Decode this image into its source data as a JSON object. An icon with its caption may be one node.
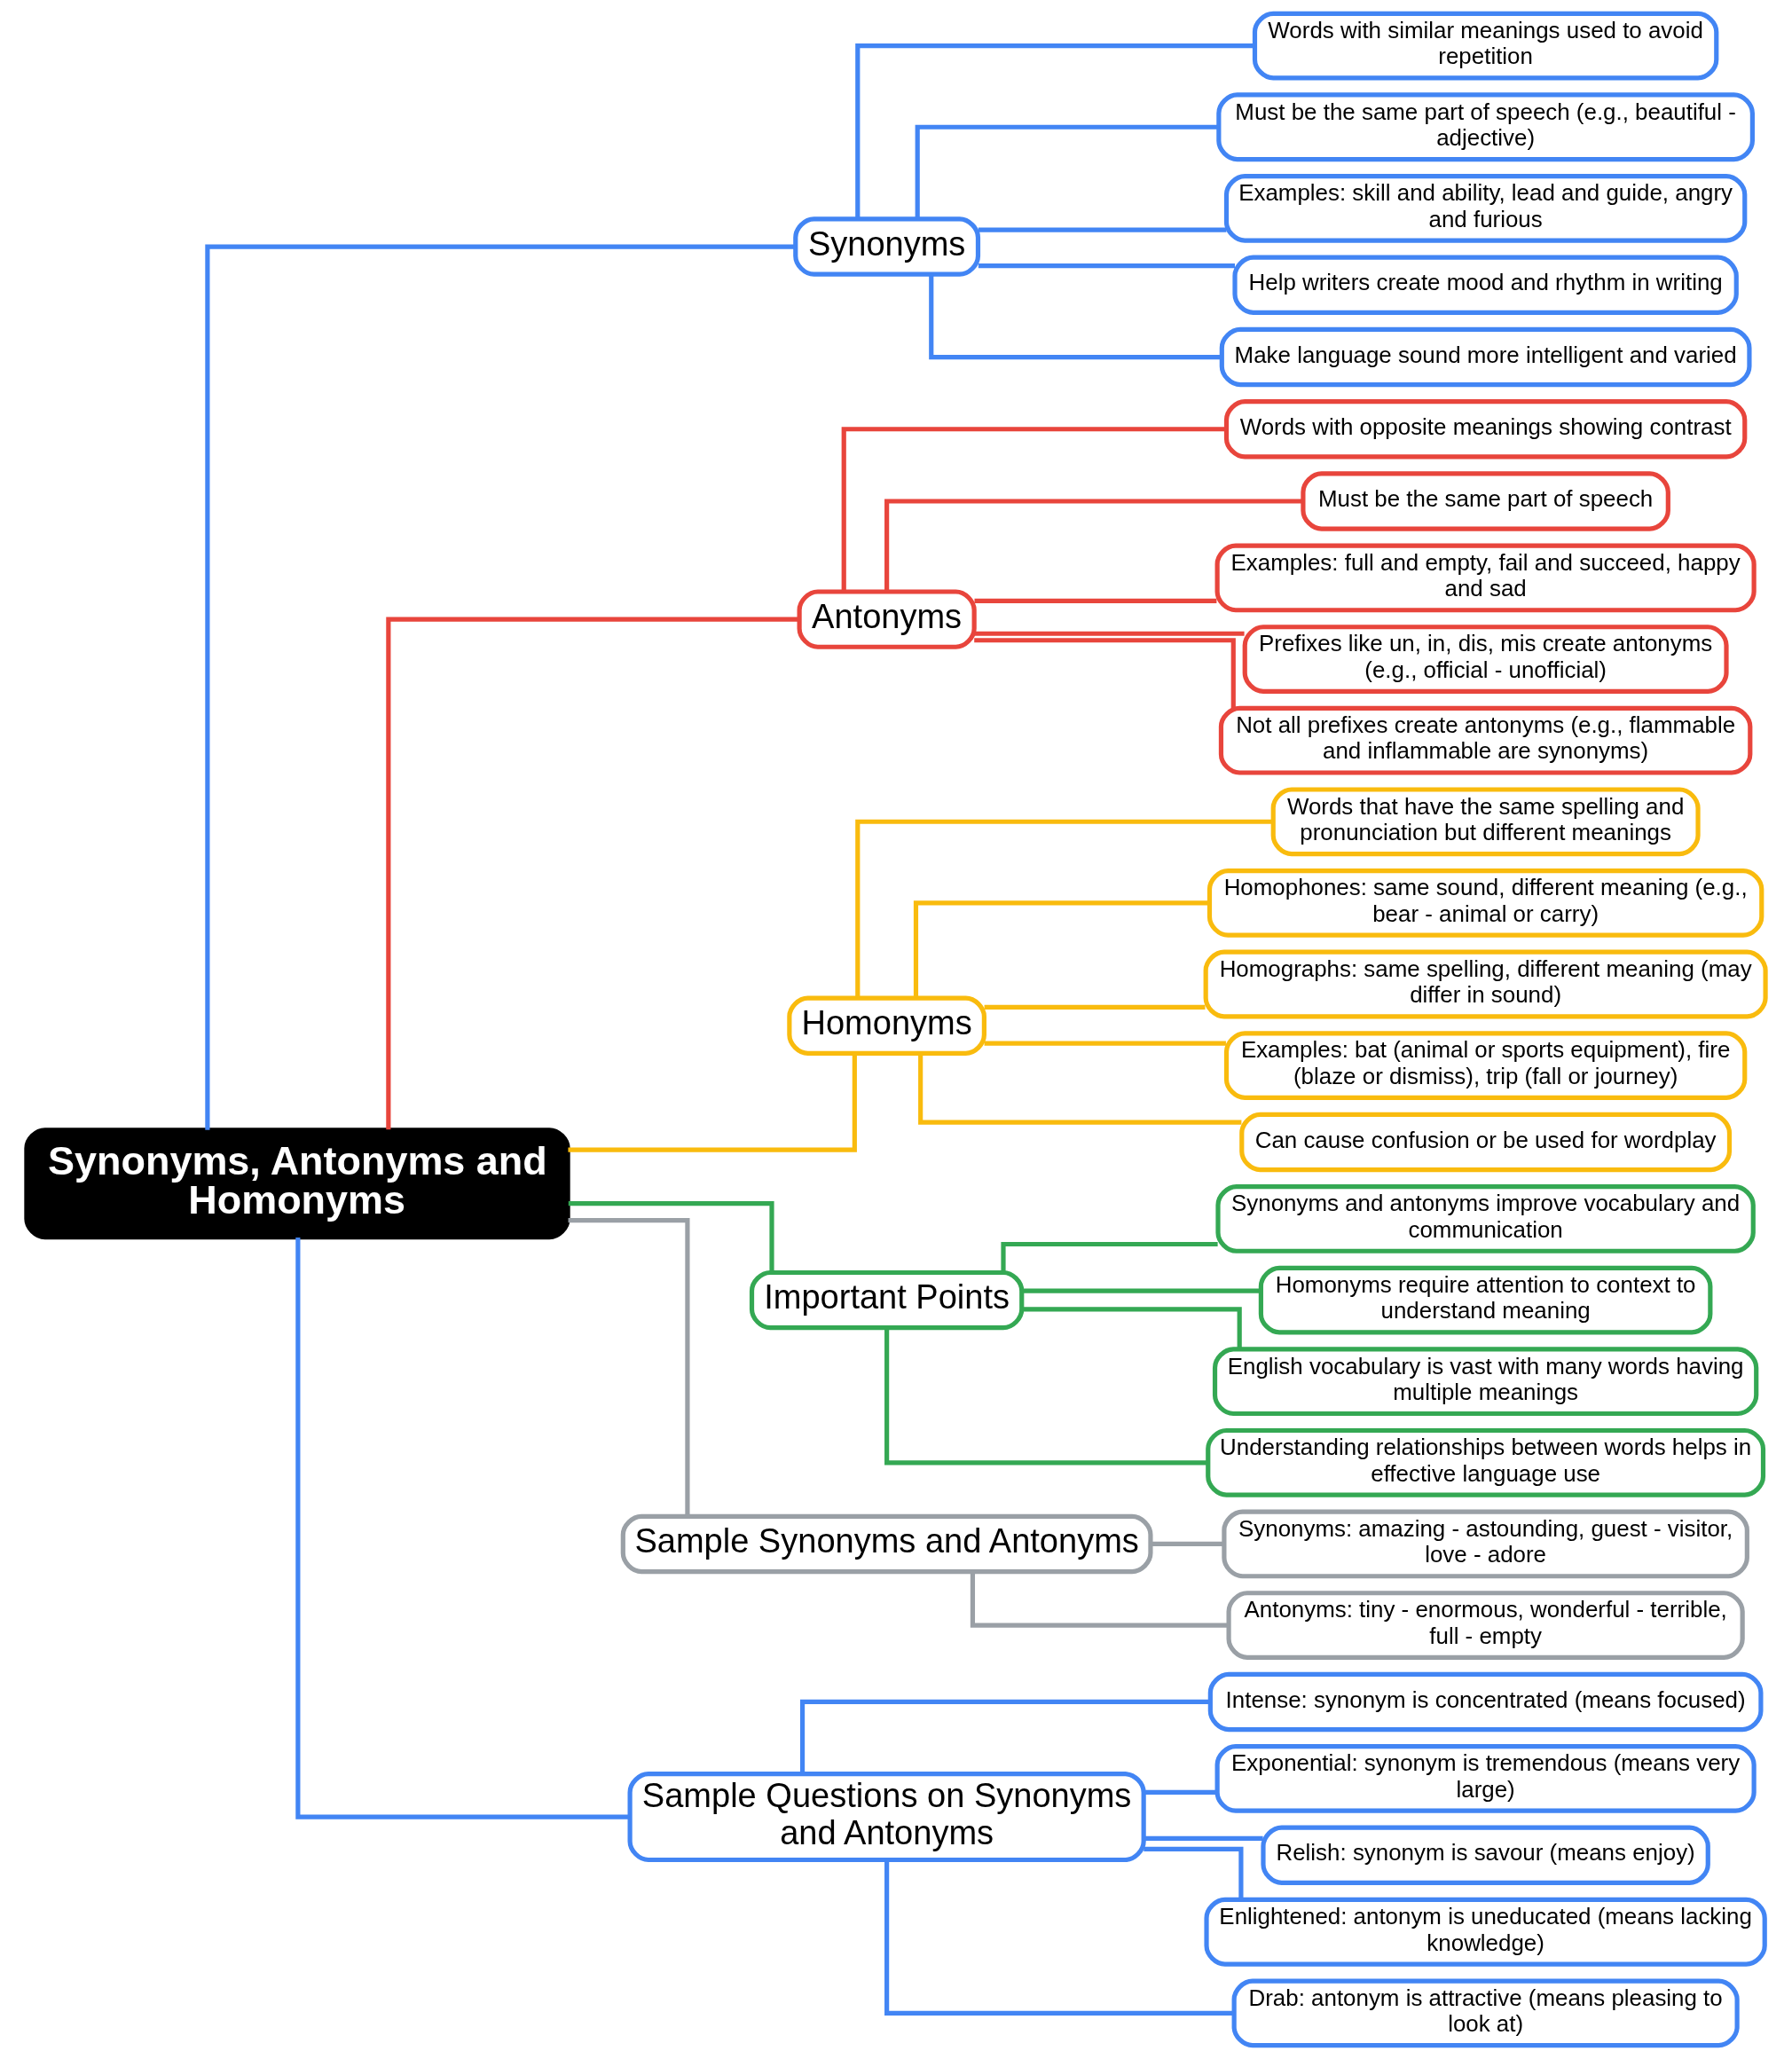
{
  "diagram": {
    "nodes": [
      {
        "text": [
          "Synonyms, Antonyms and Homonyms"
        ]
      },
      {
        "text": [
          "Synonyms"
        ]
      },
      {
        "text": [
          "Words with similar meanings used to avoid repetition"
        ]
      },
      {
        "text": [
          "Must be the same part of speech (e.g., beautiful - adjective)"
        ]
      },
      {
        "text": [
          "Examples: skill and ability, lead and guide, angry and furious"
        ]
      },
      {
        "text": [
          "Help writers create mood and rhythm in writing"
        ]
      },
      {
        "text": [
          "Make language sound more intelligent and varied"
        ]
      },
      {
        "text": [
          "Antonyms"
        ]
      },
      {
        "text": [
          "Words with opposite meanings showing contrast"
        ]
      },
      {
        "text": [
          "Must be the same part of speech"
        ]
      },
      {
        "text": [
          "Examples: full and empty, fail and succeed, happy and sad"
        ]
      },
      {
        "text": [
          "Prefixes like un, in, dis, mis create antonyms (e.g., official - unofficial)"
        ]
      },
      {
        "text": [
          "Not all prefixes create antonyms (e.g., flammable and inflammable are synonyms)"
        ]
      },
      {
        "text": [
          "Homonyms"
        ]
      },
      {
        "text": [
          "Words that have the same spelling and pronunciation but different meanings"
        ]
      },
      {
        "text": [
          "Homophones: same sound, different meaning (e.g., bear - animal or carry)"
        ]
      },
      {
        "text": [
          "Homographs: same spelling, different meaning (may differ in sound)"
        ]
      },
      {
        "text": [
          "Examples: bat (animal or sports equipment), fire (blaze or dismiss), trip (fall or journey)"
        ]
      },
      {
        "text": [
          "Can cause confusion or be used for wordplay"
        ]
      },
      {
        "text": [
          "Important Points"
        ]
      },
      {
        "text": [
          "Synonyms and antonyms improve vocabulary and communication"
        ]
      },
      {
        "text": [
          "Homonyms require attention to context to understand meaning"
        ]
      },
      {
        "text": [
          "English vocabulary is vast with many words having multiple meanings"
        ]
      },
      {
        "text": [
          "Understanding relationships between words helps in effective language use"
        ]
      },
      {
        "text": [
          "Sample Synonyms and Antonyms"
        ]
      },
      {
        "text": [
          "Synonyms: amazing - astounding, guest - visitor, love - adore"
        ]
      },
      {
        "text": [
          "Antonyms: tiny - enormous, wonderful - terrible, full - empty"
        ]
      },
      {
        "text": [
          "Sample Questions on Synonyms and Antonyms"
        ]
      },
      {
        "text": [
          "Intense: synonym is concentrated (means focused)"
        ]
      },
      {
        "text": [
          "Exponential: synonym is tremendous (means very large)"
        ]
      },
      {
        "text": [
          "Relish: synonym is savour (means enjoy)"
        ]
      },
      {
        "text": [
          "Enlightened: antonym is uneducated (means lacking knowledge)"
        ]
      },
      {
        "text": [
          "Drab: antonym is attractive (means pleasing to look at)"
        ]
      }
    ],
    "edges": [
      {
        "from": 0,
        "to": 1,
        "arrow": "none"
      },
      {
        "from": 1,
        "to": 2,
        "arrow": "none"
      },
      {
        "from": 1,
        "to": 3,
        "arrow": "none"
      },
      {
        "from": 1,
        "to": 4,
        "arrow": "none"
      },
      {
        "from": 1,
        "to": 5,
        "arrow": "none"
      },
      {
        "from": 1,
        "to": 6,
        "arrow": "none"
      },
      {
        "from": 0,
        "to": 7,
        "arrow": "none",
        "color": "#e8453c"
      },
      {
        "from": 7,
        "to": 8,
        "arrow": "none",
        "color": "#e8453c"
      },
      {
        "from": 7,
        "to": 9,
        "arrow": "none",
        "color": "#e8453c"
      },
      {
        "from": 7,
        "to": 10,
        "arrow": "none",
        "color": "#e8453c"
      },
      {
        "from": 7,
        "to": 11,
        "arrow": "none",
        "color": "#e8453c"
      },
      {
        "from": 7,
        "to": 12,
        "arrow": "none",
        "color": "#e8453c"
      },
      {
        "from": 0,
        "to": 13,
        "arrow": "none",
        "color": "#f9bb0e"
      },
      {
        "from": 13,
        "to": 14,
        "arrow": "none",
        "color": "#f9bb0e"
      },
      {
        "from": 13,
        "to": 15,
        "arrow": "none",
        "color": "#f9bb0e"
      },
      {
        "from": 13,
        "to": 16,
        "arrow": "none",
        "color": "#f9bb0e"
      },
      {
        "from": 13,
        "to": 17,
        "arrow": "none",
        "color": "#f9bb0e"
      },
      {
        "from": 13,
        "to": 18,
        "arrow": "none",
        "color": "#f9bb0e"
      },
      {
        "from": 0,
        "to": 19,
        "arrow": "none",
        "color": "#34a853"
      },
      {
        "from": 19,
        "to": 20,
        "arrow": "none",
        "color": "#34a853"
      },
      {
        "from": 19,
        "to": 21,
        "arrow": "none",
        "color": "#34a853"
      },
      {
        "from": 19,
        "to": 22,
        "arrow": "none",
        "color": "#34a853"
      },
      {
        "from": 19,
        "to": 23,
        "arrow": "none",
        "color": "#34a853"
      },
      {
        "from": 0,
        "to": 24,
        "arrow": "none",
        "color": "#9aa0a6"
      },
      {
        "from": 24,
        "to": 25,
        "arrow": "none",
        "color": "#9aa0a6"
      },
      {
        "from": 24,
        "to": 26,
        "arrow": "none",
        "color": "#9aa0a6"
      },
      {
        "from": 0,
        "to": 27,
        "arrow": "none"
      },
      {
        "from": 27,
        "to": 28,
        "arrow": "none"
      },
      {
        "from": 27,
        "to": 29,
        "arrow": "none"
      },
      {
        "from": 27,
        "to": 30,
        "arrow": "none"
      },
      {
        "from": 27,
        "to": 31,
        "arrow": "none"
      },
      {
        "from": 27,
        "to": 32,
        "arrow": "none"
      }
    ]
  }
}
